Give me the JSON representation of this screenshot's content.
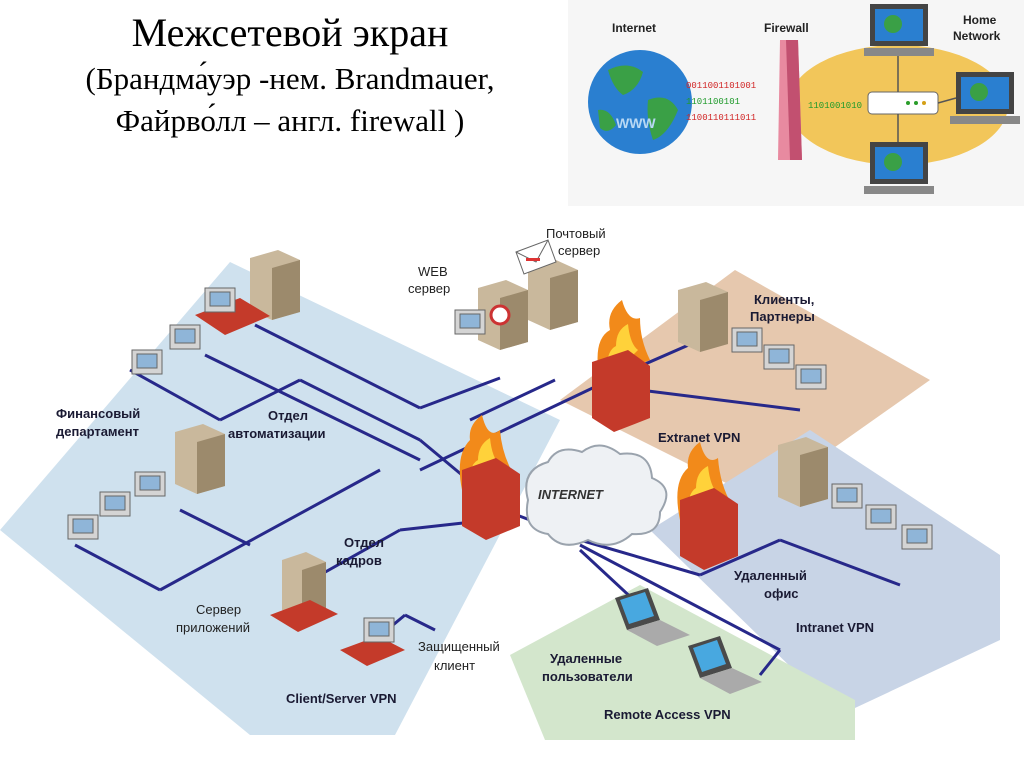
{
  "title": {
    "main": "Межсетевой экран",
    "line2": "(Брандма́уэр -нем. Brandmauer,",
    "line3": "Файрво́лл – англ. firewall )"
  },
  "inset": {
    "internet_label": "Internet",
    "firewall_label": "Firewall",
    "home_line1": "Home",
    "home_line2": "Network",
    "globe_text": "WWW",
    "bits_red": "0011001101001",
    "bits_green": "1101100101",
    "bits_red2": "1100110111011",
    "bits_right": "1101001010"
  },
  "diagram": {
    "mail_server_l1": "Почтовый",
    "mail_server_l2": "сервер",
    "web_server_l1": "WEB",
    "web_server_l2": "сервер",
    "clients_partners_l1": "Клиенты,",
    "clients_partners_l2": "Партнеры",
    "finance_l1": "Финансовый",
    "finance_l2": "департамент",
    "automation_l1": "Отдел",
    "automation_l2": "автоматизации",
    "extranet_vpn": "Extranet VPN",
    "internet_cloud": "INTERNET",
    "hr_l1": "Отдел",
    "hr_l2": "кадров",
    "remote_office_l1": "Удаленный",
    "remote_office_l2": "офис",
    "app_server_l1": "Сервер",
    "app_server_l2": "приложений",
    "secure_client_l1": "Защищенный",
    "secure_client_l2": "клиент",
    "intranet_vpn": "Intranet VPN",
    "remote_users_l1": "Удаленные",
    "remote_users_l2": "пользователи",
    "client_server_vpn": "Client/Server VPN",
    "remote_access_vpn": "Remote Access VPN"
  },
  "colors": {
    "zone_corporate": "#cfe1ee",
    "zone_extranet": "#e6c8ae",
    "zone_intranet": "#c8d4e6",
    "zone_remote": "#d3e6cc",
    "network_line": "#27288a",
    "brick": "#c43a2a",
    "flame": "#f28a1a"
  }
}
